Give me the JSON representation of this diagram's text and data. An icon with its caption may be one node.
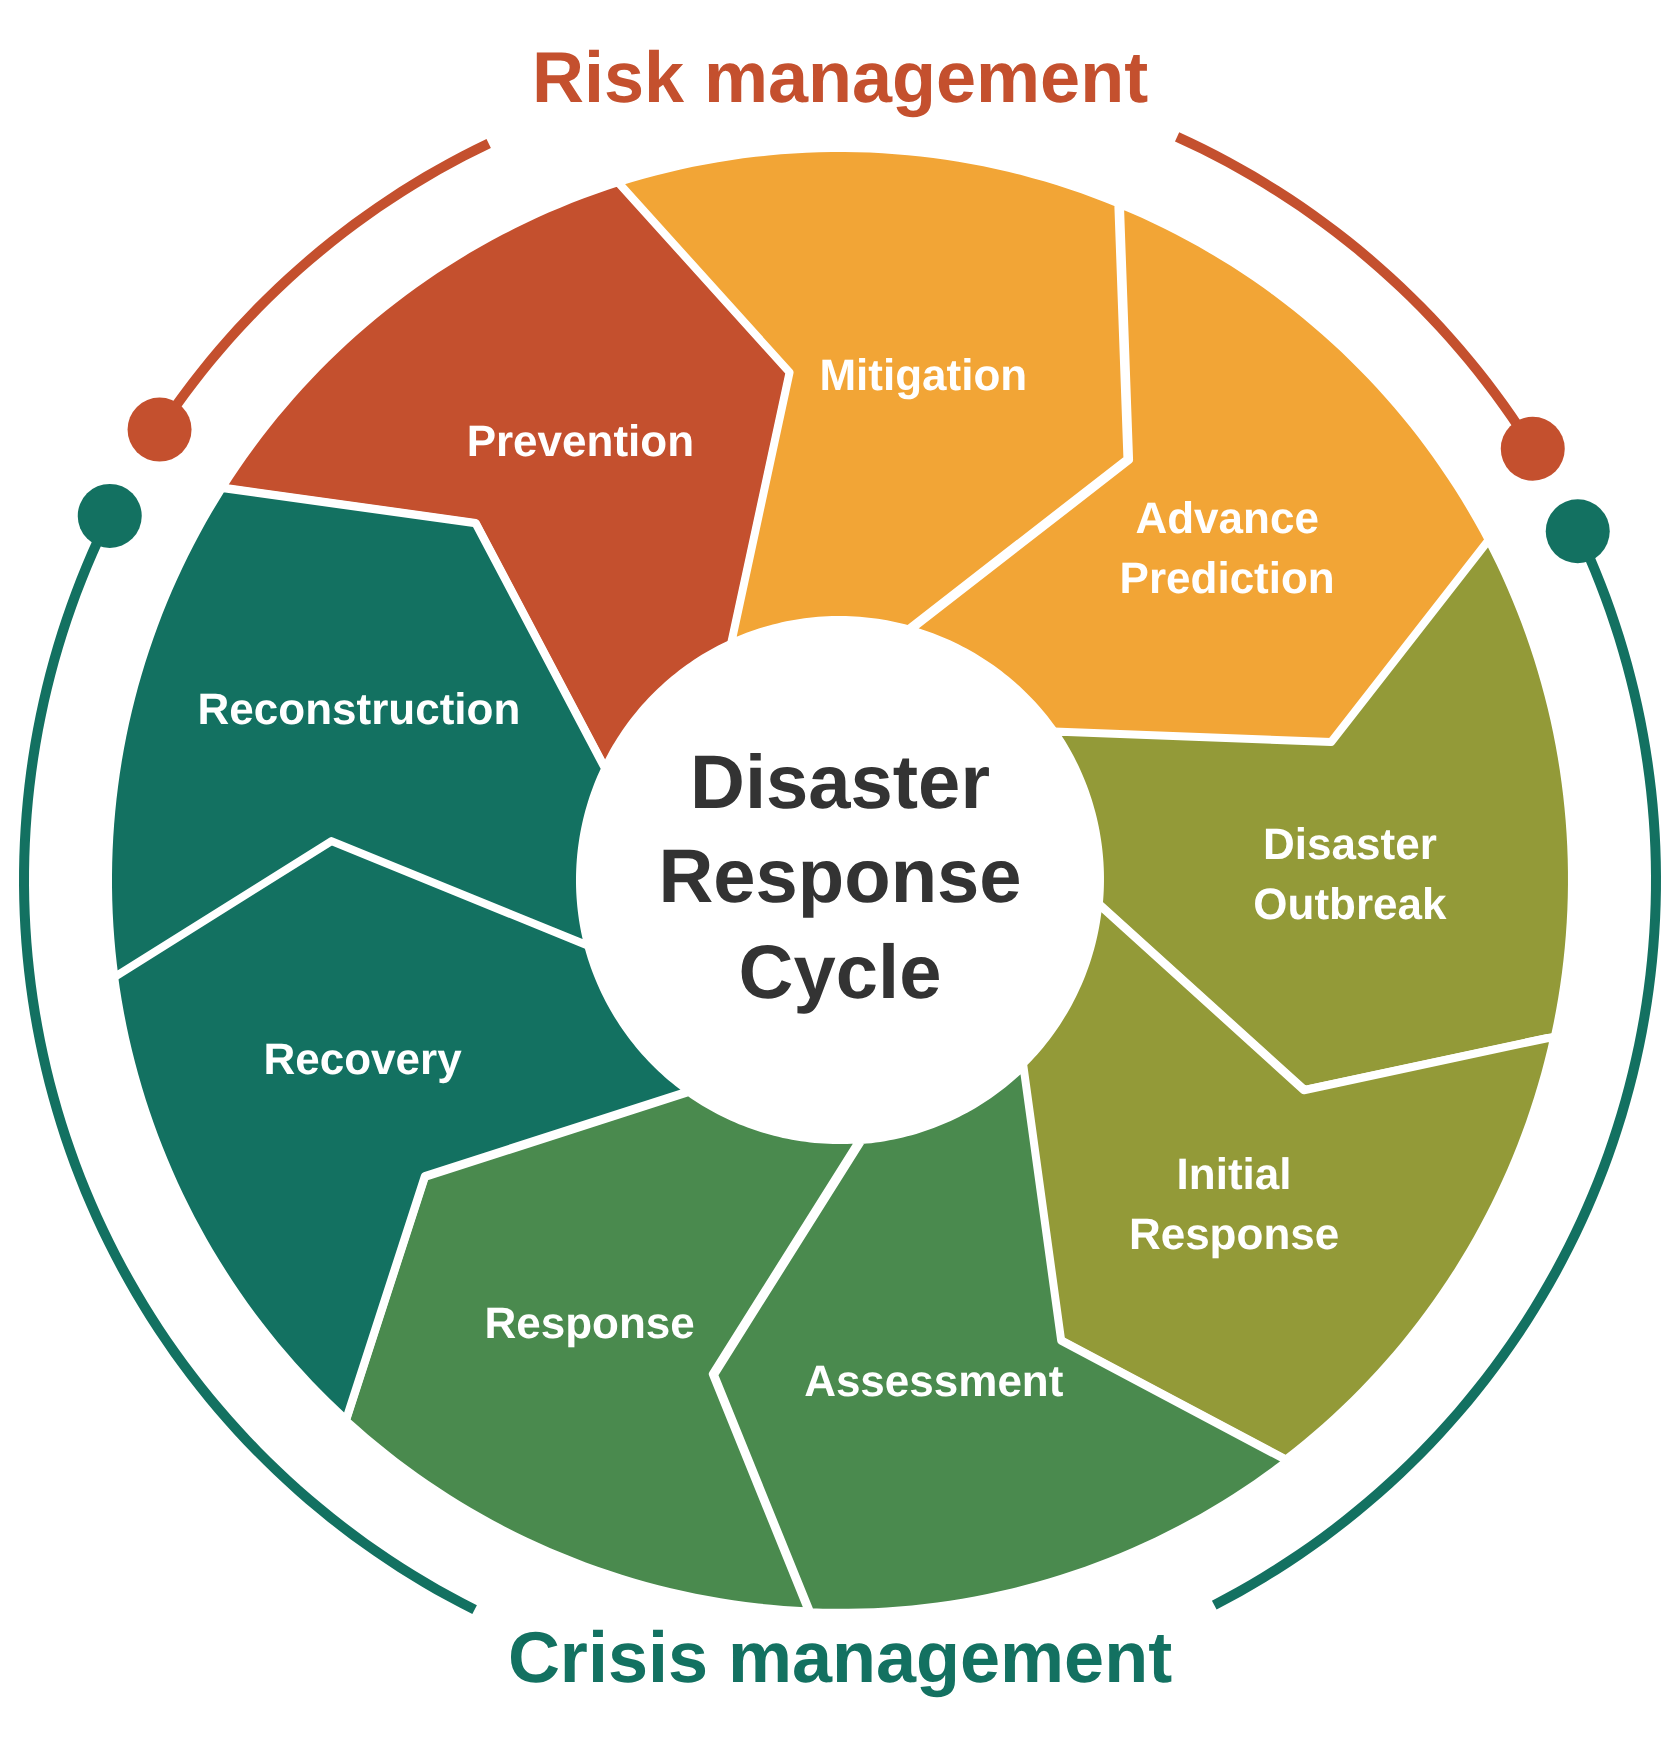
{
  "diagram": {
    "nodes": [
      {
        "text": [
          "Disaster Response Cycle"
        ]
      },
      {
        "text": [
          "Prevention"
        ]
      },
      {
        "text": [
          "Mitigation"
        ]
      },
      {
        "text": [
          "Advance Prediction"
        ]
      },
      {
        "text": [
          "Disaster Outbreak"
        ]
      },
      {
        "text": [
          "Initial Response"
        ]
      },
      {
        "text": [
          "Assessment"
        ]
      },
      {
        "text": [
          "Response"
        ]
      },
      {
        "text": [
          "Recovery"
        ]
      },
      {
        "text": [
          "Reconstruction"
        ]
      }
    ],
    "labels": [
      "Risk management",
      "Crisis management"
    ]
  }
}
